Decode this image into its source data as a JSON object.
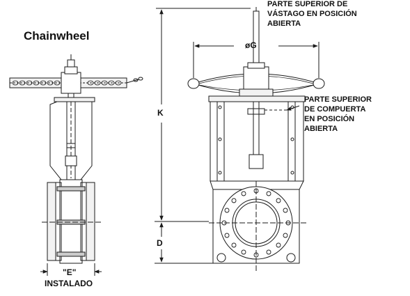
{
  "title": "Chainwheel",
  "callouts": {
    "stem_top_line1": "PARTE SUPERIOR DE",
    "stem_top_line2": "VÁSTAGO EN POSICIÓN",
    "stem_top_line3": "ABIERTA",
    "gate_top_line1": "PARTE SUPERIOR",
    "gate_top_line2": "DE COMPUERTA",
    "gate_top_line3": "EN POSICIÓN",
    "gate_top_line4": "ABIERTA"
  },
  "dimensions": {
    "g": "øG",
    "k": "K",
    "d": "D",
    "e": "\"E\"",
    "installed": "INSTALADO"
  },
  "colors": {
    "line": "#1a1a1a",
    "hatch": "#555555",
    "fill_light": "#f2f2f2"
  }
}
